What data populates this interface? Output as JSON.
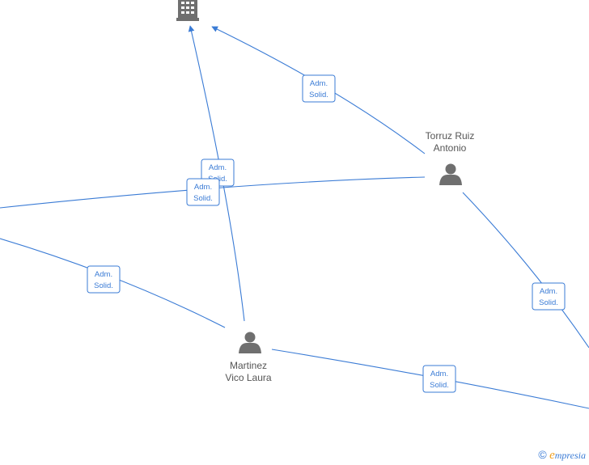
{
  "nodes": {
    "company": {
      "label": ""
    },
    "torruz": {
      "label_line1": "Torruz Ruiz",
      "label_line2": "Antonio"
    },
    "martinez": {
      "label_line1": "Martinez",
      "label_line2": "Vico Laura"
    }
  },
  "edge_labels": {
    "line1": "Adm.",
    "line2": "Solid."
  },
  "footer": {
    "copyright": "©",
    "brand_initial": "e",
    "brand_rest": "mpresia"
  }
}
